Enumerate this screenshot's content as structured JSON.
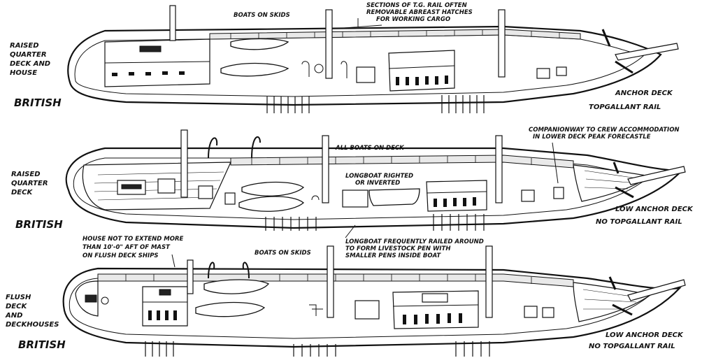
{
  "diagram": {
    "ship1": {
      "type_label": "BRITISH",
      "deck_label_lines": [
        "RAISED",
        "QUARTER",
        "DECK AND",
        "HOUSE"
      ],
      "boats_label": "BOATS ON SKIDS",
      "tg_note_lines": [
        "SECTIONS OF T.G. RAIL OFTEN",
        "REMOVABLE ABREAST HATCHES",
        "FOR WORKING CARGO"
      ],
      "bow_label_lines": [
        "ANCHOR DECK",
        "TOPGALLANT RAIL"
      ]
    },
    "ship2": {
      "type_label": "BRITISH",
      "deck_label_lines": [
        "RAISED",
        "QUARTER",
        "DECK"
      ],
      "boats_label": "ALL BOATS ON DECK",
      "longboat_label_lines": [
        "LONGBOAT RIGHTED",
        "OR INVERTED"
      ],
      "companionway_lines": [
        "COMPANIONWAY TO CREW ACCOMMODATION",
        "IN LOWER DECK  PEAK FORECASTLE"
      ],
      "bow_label_lines": [
        "LOW ANCHOR DECK",
        "NO TOPGALLANT RAIL"
      ],
      "livestock_note_lines": [
        "LONGBOAT FREQUENTLY RAILED AROUND",
        "TO FORM LIVESTOCK PEN WITH",
        "SMALLER PENS INSIDE BOAT"
      ]
    },
    "ship3": {
      "type_label": "BRITISH",
      "deck_label_lines": [
        "FLUSH",
        "DECK",
        "AND",
        "DECKHOUSES"
      ],
      "boats_label": "BOATS ON SKIDS",
      "house_note_lines": [
        "HOUSE NOT TO EXTEND MORE",
        "THAN 10'-0\" AFT OF MAST",
        "ON FLUSH DECK SHIPS"
      ],
      "bow_label_lines": [
        "LOW ANCHOR DECK",
        "NO TOPGALLANT RAIL"
      ]
    }
  }
}
